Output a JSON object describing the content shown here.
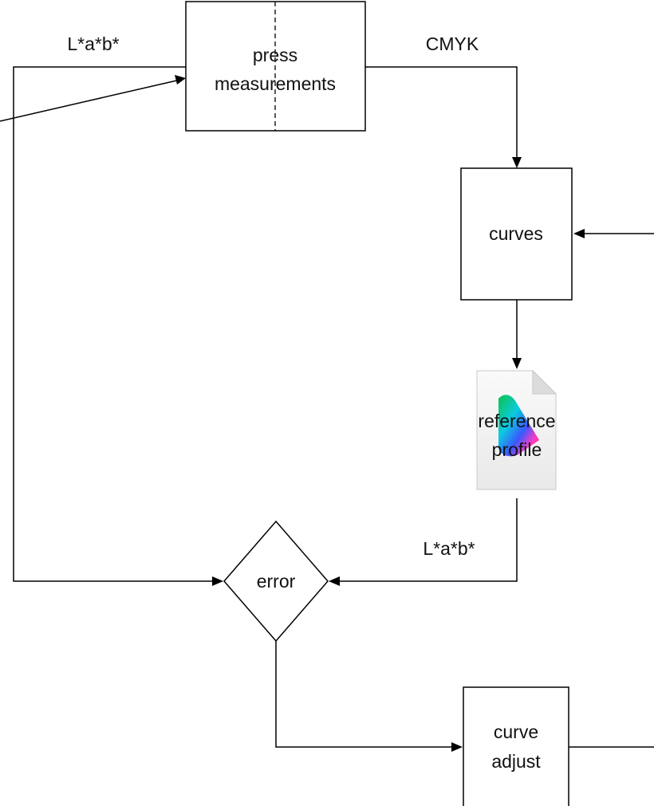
{
  "nodes": {
    "press": {
      "line1": "press",
      "line2": "measurements"
    },
    "curves": {
      "label": "curves"
    },
    "profile": {
      "line1": "reference",
      "line2": "profile",
      "icon": "color-profile-document-icon"
    },
    "error": {
      "label": "error"
    },
    "curve_adjust": {
      "line1": "curve",
      "line2": "adjust"
    }
  },
  "edge_labels": {
    "lab_top": "L*a*b*",
    "cmyk": "CMYK",
    "lab_bottom": "L*a*b*"
  }
}
